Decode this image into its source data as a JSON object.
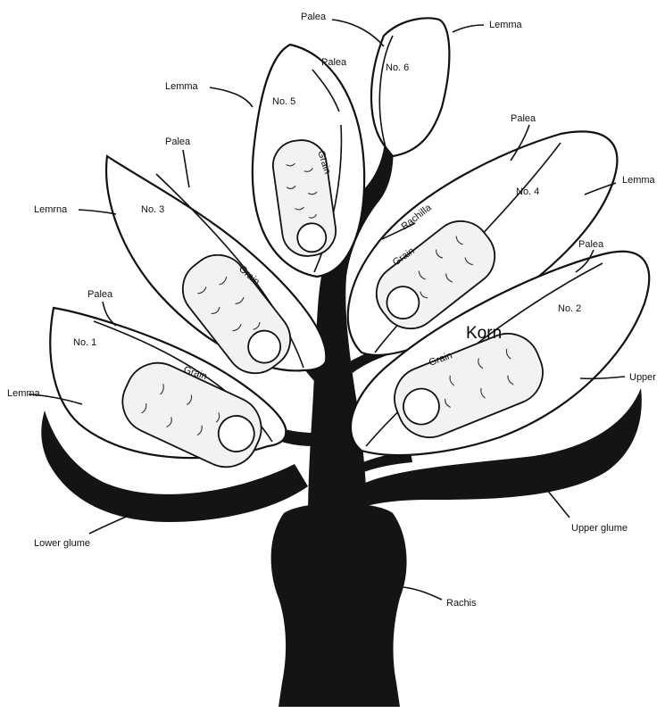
{
  "labels": {
    "palea": "Palea",
    "lemma": "Lemma",
    "lemma_alt": "Lemrna",
    "lemma_edge": "Lemma",
    "no6": "No. 6",
    "no5": "No. 5",
    "no4": "No. 4",
    "no3": "No. 3",
    "no2": "No. 2",
    "no1": "No. 1",
    "grain": "Grain",
    "rachilla": "Rachilla",
    "korn": "Korn",
    "upper": "Upper",
    "upper_glume": "Upper glume",
    "lower_glume": "Lower glume",
    "rachis": "Rachis"
  },
  "colors": {
    "stalk": "#141414",
    "ink": "#111111",
    "paper": "#ffffff"
  }
}
